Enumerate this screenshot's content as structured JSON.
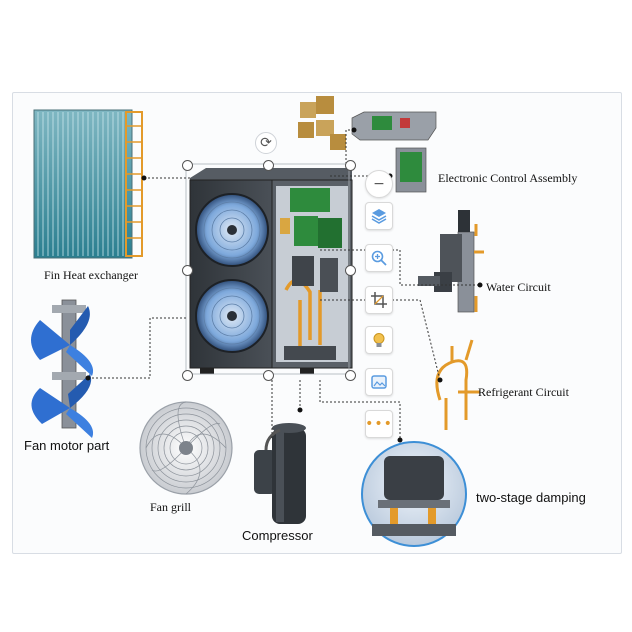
{
  "labels": {
    "electronic_control": "Electronic Control Assembly",
    "fin_heat_exchanger": "Fin Heat exchanger",
    "water_circuit": "Water Circuit",
    "refrigerant_circuit": "Refrigerant Circuit",
    "fan_motor_part": "Fan motor part",
    "fan_grill": "Fan grill",
    "compressor": "Compressor",
    "two_stage_damping": "two-stage damping"
  },
  "toolbar": {
    "items": [
      {
        "icon": "minus-icon"
      },
      {
        "icon": "layers-icon"
      },
      {
        "icon": "zoom-in-icon"
      },
      {
        "icon": "crop-icon"
      },
      {
        "icon": "lightbulb-icon"
      },
      {
        "icon": "image-icon"
      },
      {
        "icon": "more-icon"
      }
    ]
  },
  "colors": {
    "accent_blue": "#3d8fd6",
    "copper": "#e39a2a",
    "unit_dark": "#3a3f45",
    "fan_blue": "#2f6fd1",
    "pcb_green": "#2e8b3d",
    "coil_teal": "#2b8c9c"
  }
}
